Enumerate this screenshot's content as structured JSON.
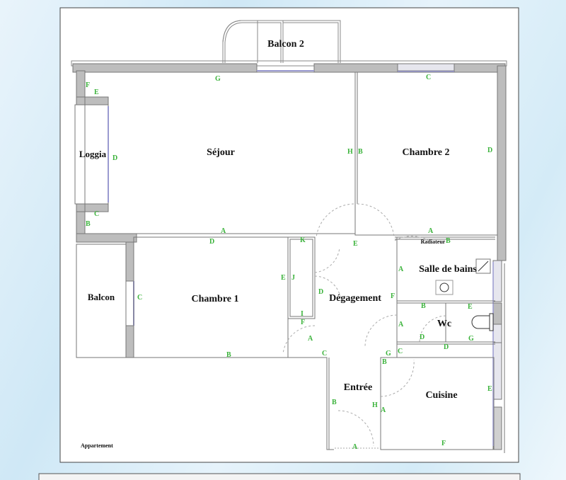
{
  "plan": {
    "caption": "Appartement",
    "colors": {
      "wall_fill": "#bdbdbd",
      "wall_stroke": "#777777",
      "label_green": "#3bb33b",
      "window": "#9a9ad0",
      "page": "#ffffff"
    },
    "rooms": [
      {
        "id": "balcon-2",
        "label": "Balcon 2"
      },
      {
        "id": "loggia",
        "label": "Loggia"
      },
      {
        "id": "sejour",
        "label": "Séjour"
      },
      {
        "id": "chambre-2",
        "label": "Chambre 2"
      },
      {
        "id": "balcon",
        "label": "Balcon"
      },
      {
        "id": "chambre-1",
        "label": "Chambre 1"
      },
      {
        "id": "degagement",
        "label": "Dégagement"
      },
      {
        "id": "salle-de-bains",
        "label": "Salle de bains"
      },
      {
        "id": "wc",
        "label": "Wc"
      },
      {
        "id": "entree",
        "label": "Entrée"
      },
      {
        "id": "cuisine",
        "label": "Cuisine"
      }
    ],
    "annotations": [
      {
        "id": "radiateur",
        "label": "Radiateur"
      }
    ],
    "wall_labels": {
      "sejour": [
        "G",
        "F",
        "E",
        "D",
        "C",
        "B",
        "A",
        "H"
      ],
      "chambre2": [
        "C",
        "B",
        "D",
        "A"
      ],
      "chambre1": [
        "D",
        "C",
        "E",
        "B"
      ],
      "placard": [
        "K",
        "J",
        "I",
        "F"
      ],
      "degagement": [
        "E",
        "D",
        "F",
        "A",
        "C",
        "G"
      ],
      "sdb": [
        "A",
        "B",
        "A",
        "E",
        "B"
      ],
      "wc": [
        "B",
        "E",
        "D",
        "G",
        "D",
        "C"
      ],
      "entree": [
        "B",
        "H",
        "A",
        "A",
        "F"
      ],
      "cuisine": [
        "B",
        "E",
        "F",
        "A"
      ]
    }
  }
}
